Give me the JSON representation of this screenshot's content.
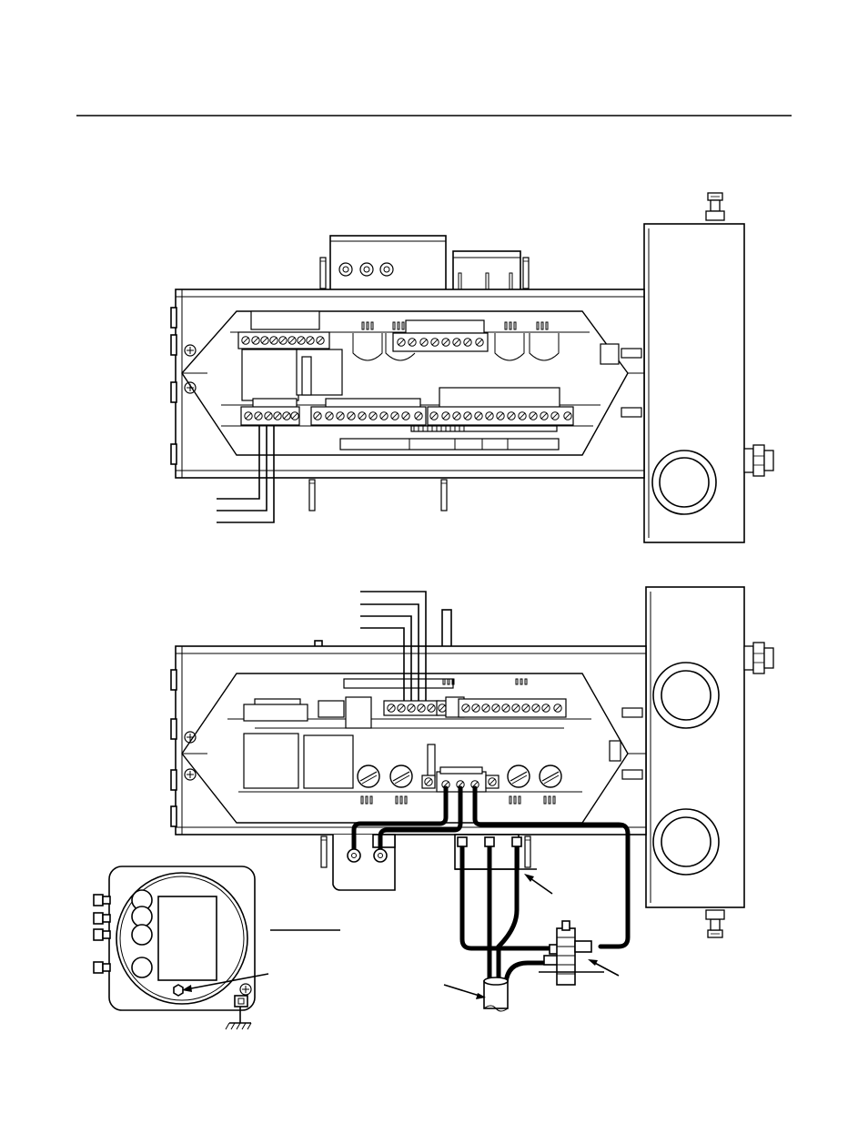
{
  "figure": {
    "views": [
      "upper-assembly-view",
      "lower-assembly-view",
      "end-view-inset"
    ],
    "text_labels": []
  }
}
